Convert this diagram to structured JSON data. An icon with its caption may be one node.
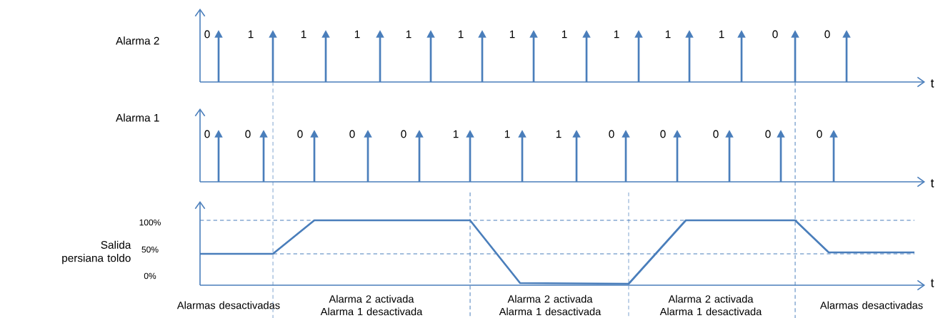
{
  "diagram": {
    "labels": [
      "Alarma 2",
      "0",
      "1",
      "1",
      "1",
      "1",
      "1",
      "1",
      "1",
      "1",
      "1",
      "1",
      "0",
      "0",
      "t",
      "Alarma 1",
      "0",
      "0",
      "0",
      "0",
      "0",
      "1",
      "1",
      "1",
      "0",
      "0",
      "0",
      "0",
      "0",
      "t",
      "Salida persiana toldo",
      "100%",
      "50%",
      "0%",
      "t",
      "Alarmas desactivadas",
      "Alarma 2 activada Alarma 1 desactivada",
      "Alarma 2 activada Alarma 1 desactivada",
      "Alarma 2 activada Alarma 1 desactivada",
      "Alarmas desactivadas"
    ]
  }
}
